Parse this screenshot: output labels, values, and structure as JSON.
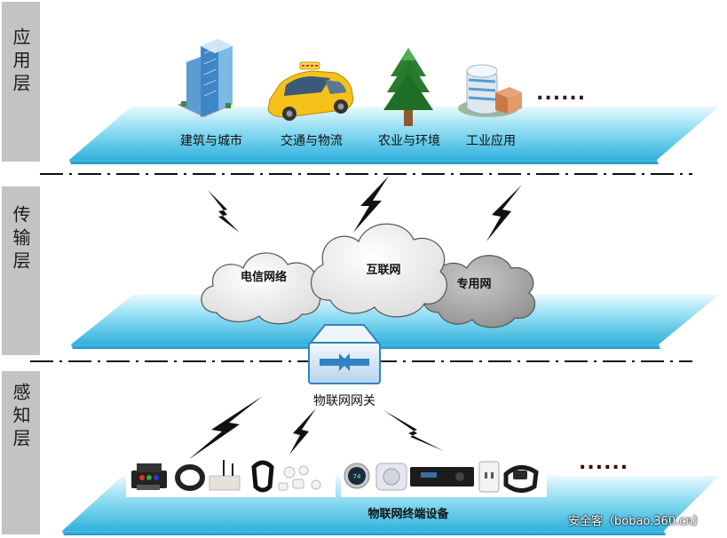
{
  "layers": {
    "app_label": "应用层",
    "transport_label": "传输层",
    "sense_label": "感知层"
  },
  "app_items": {
    "building": "建筑与城市",
    "transport": "交通与物流",
    "agriculture": "农业与环境",
    "industry": "工业应用",
    "ellipsis": "......"
  },
  "networks": {
    "telecom": "电信网络",
    "internet": "互联网",
    "private": "专用网"
  },
  "gateway_label": "物联网网关",
  "terminal_label": "物联网终端设备",
  "terminal_ellipsis": "......",
  "watermark": "安全客（bobao.360.cn）",
  "colors": {
    "label_bar": "#c3c3c3",
    "platform_light": "#e6f8fd",
    "platform_mid": "#7fd6ef",
    "platform_dark": "#37b5de",
    "gateway_blue": "#2f83c3"
  }
}
